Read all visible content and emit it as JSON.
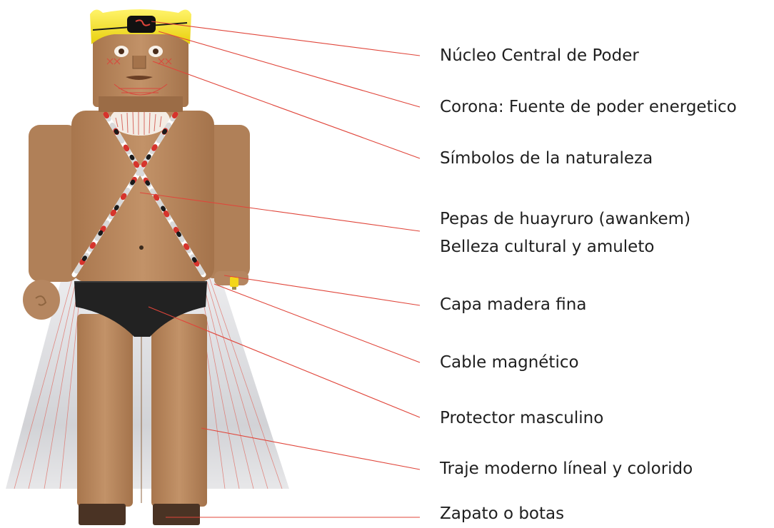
{
  "labels": [
    {
      "id": "core",
      "text": "Núcleo Central de Poder"
    },
    {
      "id": "crown",
      "text": "Corona: Fuente de poder energetico"
    },
    {
      "id": "nature",
      "text": "Símbolos de la naturaleza"
    },
    {
      "id": "seeds1",
      "text": "Pepas de huayruro (awankem)"
    },
    {
      "id": "seeds2",
      "text": "Belleza cultural y amuleto"
    },
    {
      "id": "cape",
      "text": "Capa madera fina"
    },
    {
      "id": "cable",
      "text": "Cable magnético"
    },
    {
      "id": "protector",
      "text": "Protector masculino"
    },
    {
      "id": "suit",
      "text": "Traje moderno líneal y colorido"
    },
    {
      "id": "shoes",
      "text": "Zapato o botas"
    }
  ],
  "colors": {
    "skin": "#b9875e",
    "skin_dark": "#8f6540",
    "crown": "#f3e21a",
    "briefs": "#222222",
    "boots": "#4a3324",
    "cape": "#c9c9cc",
    "leader_line": "#e0453a",
    "text": "#1f1f1f"
  }
}
